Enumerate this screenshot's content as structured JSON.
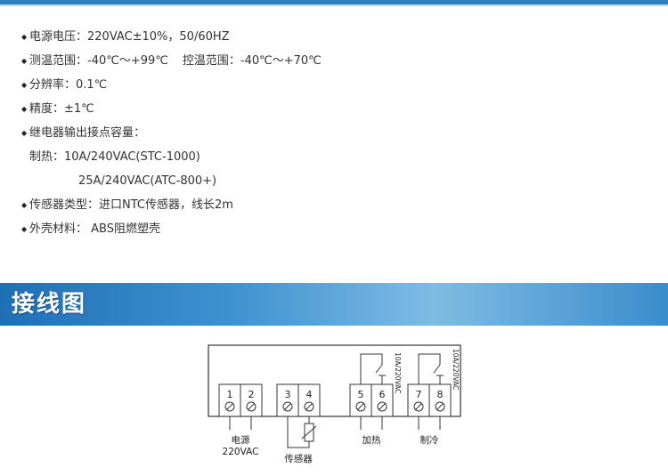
{
  "specs": {
    "power": "电源电压：220VAC±10%，50/60HZ",
    "measure_range": "测温范围：-40℃～+99℃",
    "control_range": "控温范围：-40℃～+70℃",
    "resolution": "分辨率：0.1℃",
    "accuracy": "精度：±1℃",
    "relay_capacity": "继电器输出接点容量：",
    "heating_1": "制热：10A/240VAC(STC-1000)",
    "heating_2": "25A/240VAC(ATC-800+)",
    "sensor": "传感器类型：进口NTC传感器，线长2m",
    "material": "外壳材料： ABS阻燃塑壳"
  },
  "section": {
    "title": "接线图"
  },
  "wiring": {
    "terminals": [
      "1",
      "2",
      "3",
      "4",
      "5",
      "6",
      "7",
      "8"
    ],
    "group_power_line1": "电源",
    "group_power_line2": "220VAC",
    "group_sensor": "传感器",
    "group_heat": "加热",
    "group_cool": "制冷",
    "relay_rating_heat": "10A/220VAC",
    "relay_rating_cool": "10A/220VAC"
  },
  "colors": {
    "banner_dark": "#1f6fb5",
    "banner_light": "#7fbbe3",
    "top_rule": "#2f7fc1"
  }
}
